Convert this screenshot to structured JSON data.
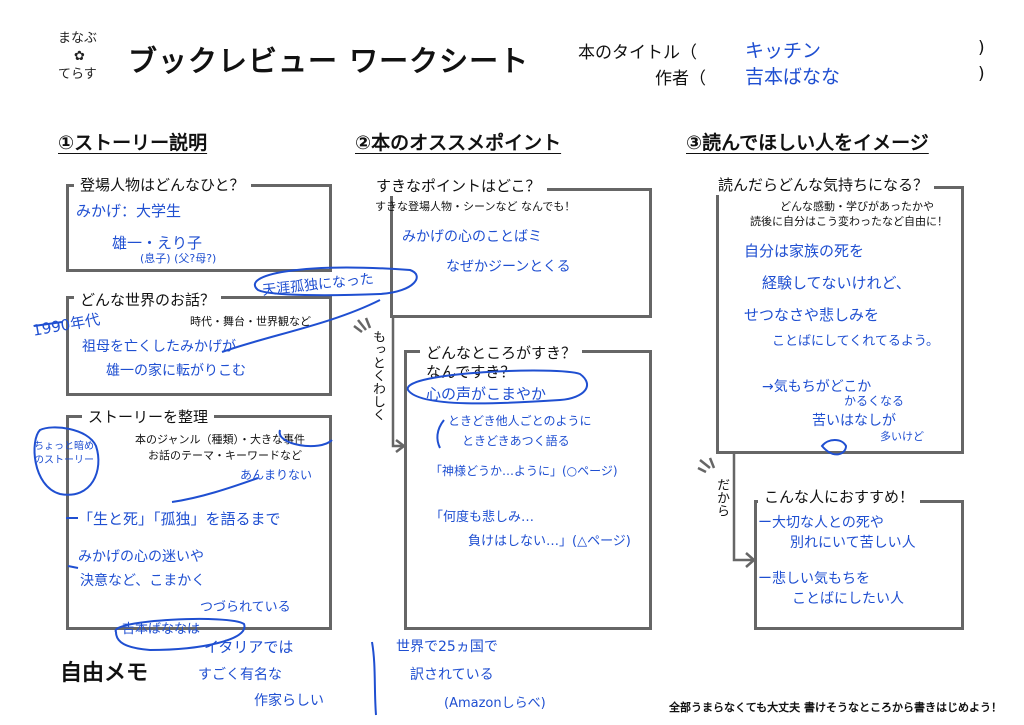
{
  "logo": {
    "line1": "まなぶ",
    "line2": "てらす"
  },
  "title": "ブックレビュー ワークシート",
  "book": {
    "title_label": "本のタイトル（",
    "title_value": "キッチン",
    "author_label": "作者（",
    "author_value": "吉本ばなな",
    "close": ")"
  },
  "sections": {
    "s1": "①ストーリー説明",
    "s2": "②本のオススメポイント",
    "s3": "③読んでほしい人をイメージ"
  },
  "s1": {
    "characters_label": "登場人物はどんなひと？",
    "characters_notes": [
      "みかげ：大学生",
      "雄一・えり子",
      "(息子) (父?母?)"
    ],
    "world_label": "どんな世界のお話？",
    "world_sub": "時代・舞台・世界観など",
    "world_notes": [
      "1990年代",
      "祖母を亡くしたみかげが",
      "雄一の家に転がりこむ",
      "天涯孤独になった"
    ],
    "story_label": "ストーリーを整理",
    "story_sub1": "本のジャンル（種類）・大きな事件",
    "story_sub2": "お話のテーマ・キーワードなど",
    "story_notes": [
      "ちょっと暗めのストーリー",
      "あんまりない",
      "「生と死」「孤独」を語るまで",
      "みかげの心の迷いや",
      "決意など、こまかく",
      "つづられている"
    ]
  },
  "s2": {
    "like_point_label": "すきなポイントはどこ？",
    "like_point_sub": "すきな登場人物・シーンなど なんでも！",
    "like_point_notes": [
      "みかげの心のことばミ",
      "なぜかジーンとくる"
    ],
    "hint_more": "もっとくわしく",
    "why_label": "どんなところがすき？",
    "why_label2": "なんですき？",
    "why_notes": [
      "心の声がこまやか",
      "ときどき他人ごとのように",
      "ときどきあつく語る",
      "「神様どうか…ように」(○ページ)",
      "「何度も悲しみ…",
      "負けはしない…」(△ページ)"
    ]
  },
  "s3": {
    "feel_label": "読んだらどんな気持ちになる？",
    "feel_sub1": "どんな感動・学びがあったかや",
    "feel_sub2": "読後に自分はこう変わったなど自由に！",
    "feel_notes": [
      "自分は家族の死を",
      "経験してないけれど、",
      "せつなさや悲しみを",
      "ことばにしてくれてるよう。",
      "→気もちがどこか",
      "かるくなる",
      "苦いはなしが",
      "多いけど"
    ],
    "hint_because": "だから",
    "recommend_label": "こんな人におすすめ！",
    "recommend_notes": [
      "ー大切な人との死や",
      "別れにいて苦しい人",
      "ー悲しい気もちを",
      "ことばにしたい人"
    ]
  },
  "memo": {
    "label": "自由メモ",
    "notes": [
      "吉本ばななは",
      "イタリアでは",
      "すごく有名な",
      "作家らしい",
      "世界で25ヵ国で",
      "訳されている",
      "(Amazonしらべ)"
    ]
  },
  "footer": "全部うまらなくても大丈夫 書けそうなところから書きはじめよう！",
  "colors": {
    "ink": "#1f4fd1",
    "box": "#666666",
    "text": "#111111"
  }
}
